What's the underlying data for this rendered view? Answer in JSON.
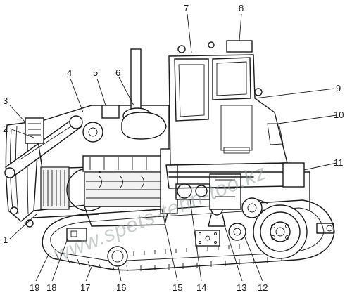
{
  "watermark": "www.spets-tehn-too.kz",
  "callouts": [
    "1",
    "2",
    "3",
    "4",
    "5",
    "6",
    "7",
    "8",
    "9",
    "10",
    "11",
    "12",
    "13",
    "14",
    "15",
    "16",
    "17",
    "18",
    "19"
  ]
}
